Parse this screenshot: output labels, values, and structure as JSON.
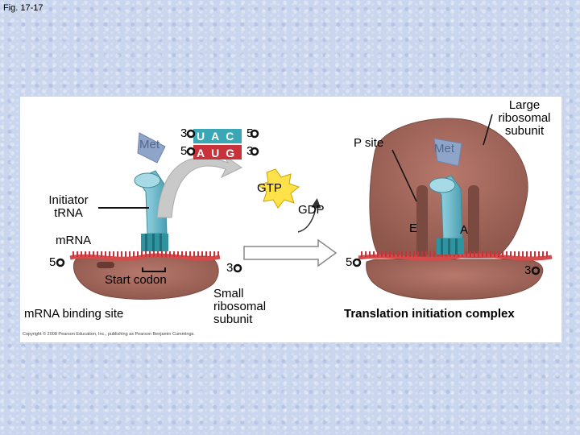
{
  "figure_label": "Fig. 17-17",
  "labels": {
    "met_left": "Met",
    "met_right": "Met",
    "codon_top_3": "3",
    "codon_top_5": "5",
    "anticodon_letters": [
      "U",
      "A",
      "C"
    ],
    "codon_letters": [
      "A",
      "U",
      "G"
    ],
    "codon_bottom_5": "5",
    "codon_bottom_3": "3",
    "p_site": "P site",
    "large_subunit": "Large\nribosomal\nsubunit",
    "initiator_trna": "Initiator\ntRNA",
    "gtp": "GTP",
    "gdp": "GDP",
    "e_site": "E",
    "a_site": "A",
    "mrna": "mRNA",
    "mrna_5_left": "5",
    "mrna_3_left": "3",
    "mrna_5_right": "5",
    "mrna_3_right": "3",
    "start_codon": "Start codon",
    "mrna_binding_site": "mRNA binding site",
    "small_subunit": "Small\nribosomal\nsubunit",
    "translation_complex": "Translation initiation complex",
    "copyright": "Copyright © 2008 Pearson Education, Inc., publishing as Pearson Benjamin Cummings."
  },
  "colors": {
    "ribosome": "#a2685c",
    "ribosome_dark": "#8a544a",
    "trna": "#7ec4d4",
    "trna_dark": "#4a9db0",
    "mrna": "#d64a4a",
    "met_diamond": "#8ea4c8",
    "gtp_star": "#ffe14a",
    "anticodon_teal": "#3aa7b4",
    "codon_red": "#c8323a"
  }
}
